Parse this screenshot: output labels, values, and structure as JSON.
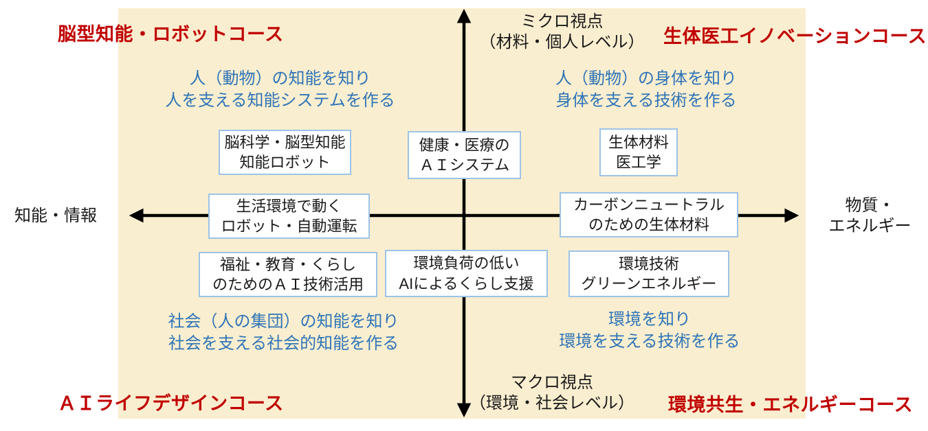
{
  "diagram_title": "course quadrant map",
  "colors": {
    "panel_bg": "#FAEED0",
    "course_label": "#C00000",
    "goal_text": "#2E75B6",
    "box_border": "#9DC3E6",
    "box_bg": "#FFFFFF",
    "axis_line": "#000000",
    "body_text": "#1A1A1A"
  },
  "courses": {
    "top_left": "脳型知能・ロボットコース",
    "top_right": "生体医工イノベーションコース",
    "bottom_left": "ＡＩライフデザインコース",
    "bottom_right": "環境共生・エネルギーコース"
  },
  "axes": {
    "top": {
      "line1": "ミクロ視点",
      "line2": "（材料・個人レベル）"
    },
    "bottom": {
      "line1": "マクロ視点",
      "line2": "（環境・社会レベル）"
    },
    "left": {
      "line1": "知能・情報"
    },
    "right": {
      "line1": "物質・",
      "line2": "エネルギー"
    }
  },
  "quadrant_goals": {
    "top_left": {
      "line1": "人（動物）の知能を知り",
      "line2": "人を支える知能システムを作る"
    },
    "top_right": {
      "line1": "人（動物）の身体を知り",
      "line2": "身体を支える技術を作る"
    },
    "bottom_left": {
      "line1": "社会（人の集団）の知能を知り",
      "line2": "社会を支える社会的知能を作る"
    },
    "bottom_right": {
      "line1": "環境を知り",
      "line2": "環境を支える技術を作る"
    }
  },
  "topic_boxes": {
    "brain_robot": {
      "line1": "脳科学・脳型知能",
      "line2": "知能ロボット"
    },
    "health_ai": {
      "line1": "健康・医療の",
      "line2": "ＡＩシステム"
    },
    "biomaterial": {
      "line1": "生体材料",
      "line2": "医工学"
    },
    "living_robot": {
      "line1": "生活環境で動く",
      "line2": "ロボット・自動運転"
    },
    "carbon_neutral": {
      "line1": "カーボンニュートラル",
      "line2": "のための生体材料"
    },
    "welfare_ai": {
      "line1": "福祉・教育・くらし",
      "line2": "のためのＡＩ技術活用"
    },
    "low_impact_ai": {
      "line1": "環境負荷の低い",
      "line2": "AIによるくらし支援"
    },
    "green_energy": {
      "line1": "環境技術",
      "line2": "グリーンエネルギー"
    }
  }
}
